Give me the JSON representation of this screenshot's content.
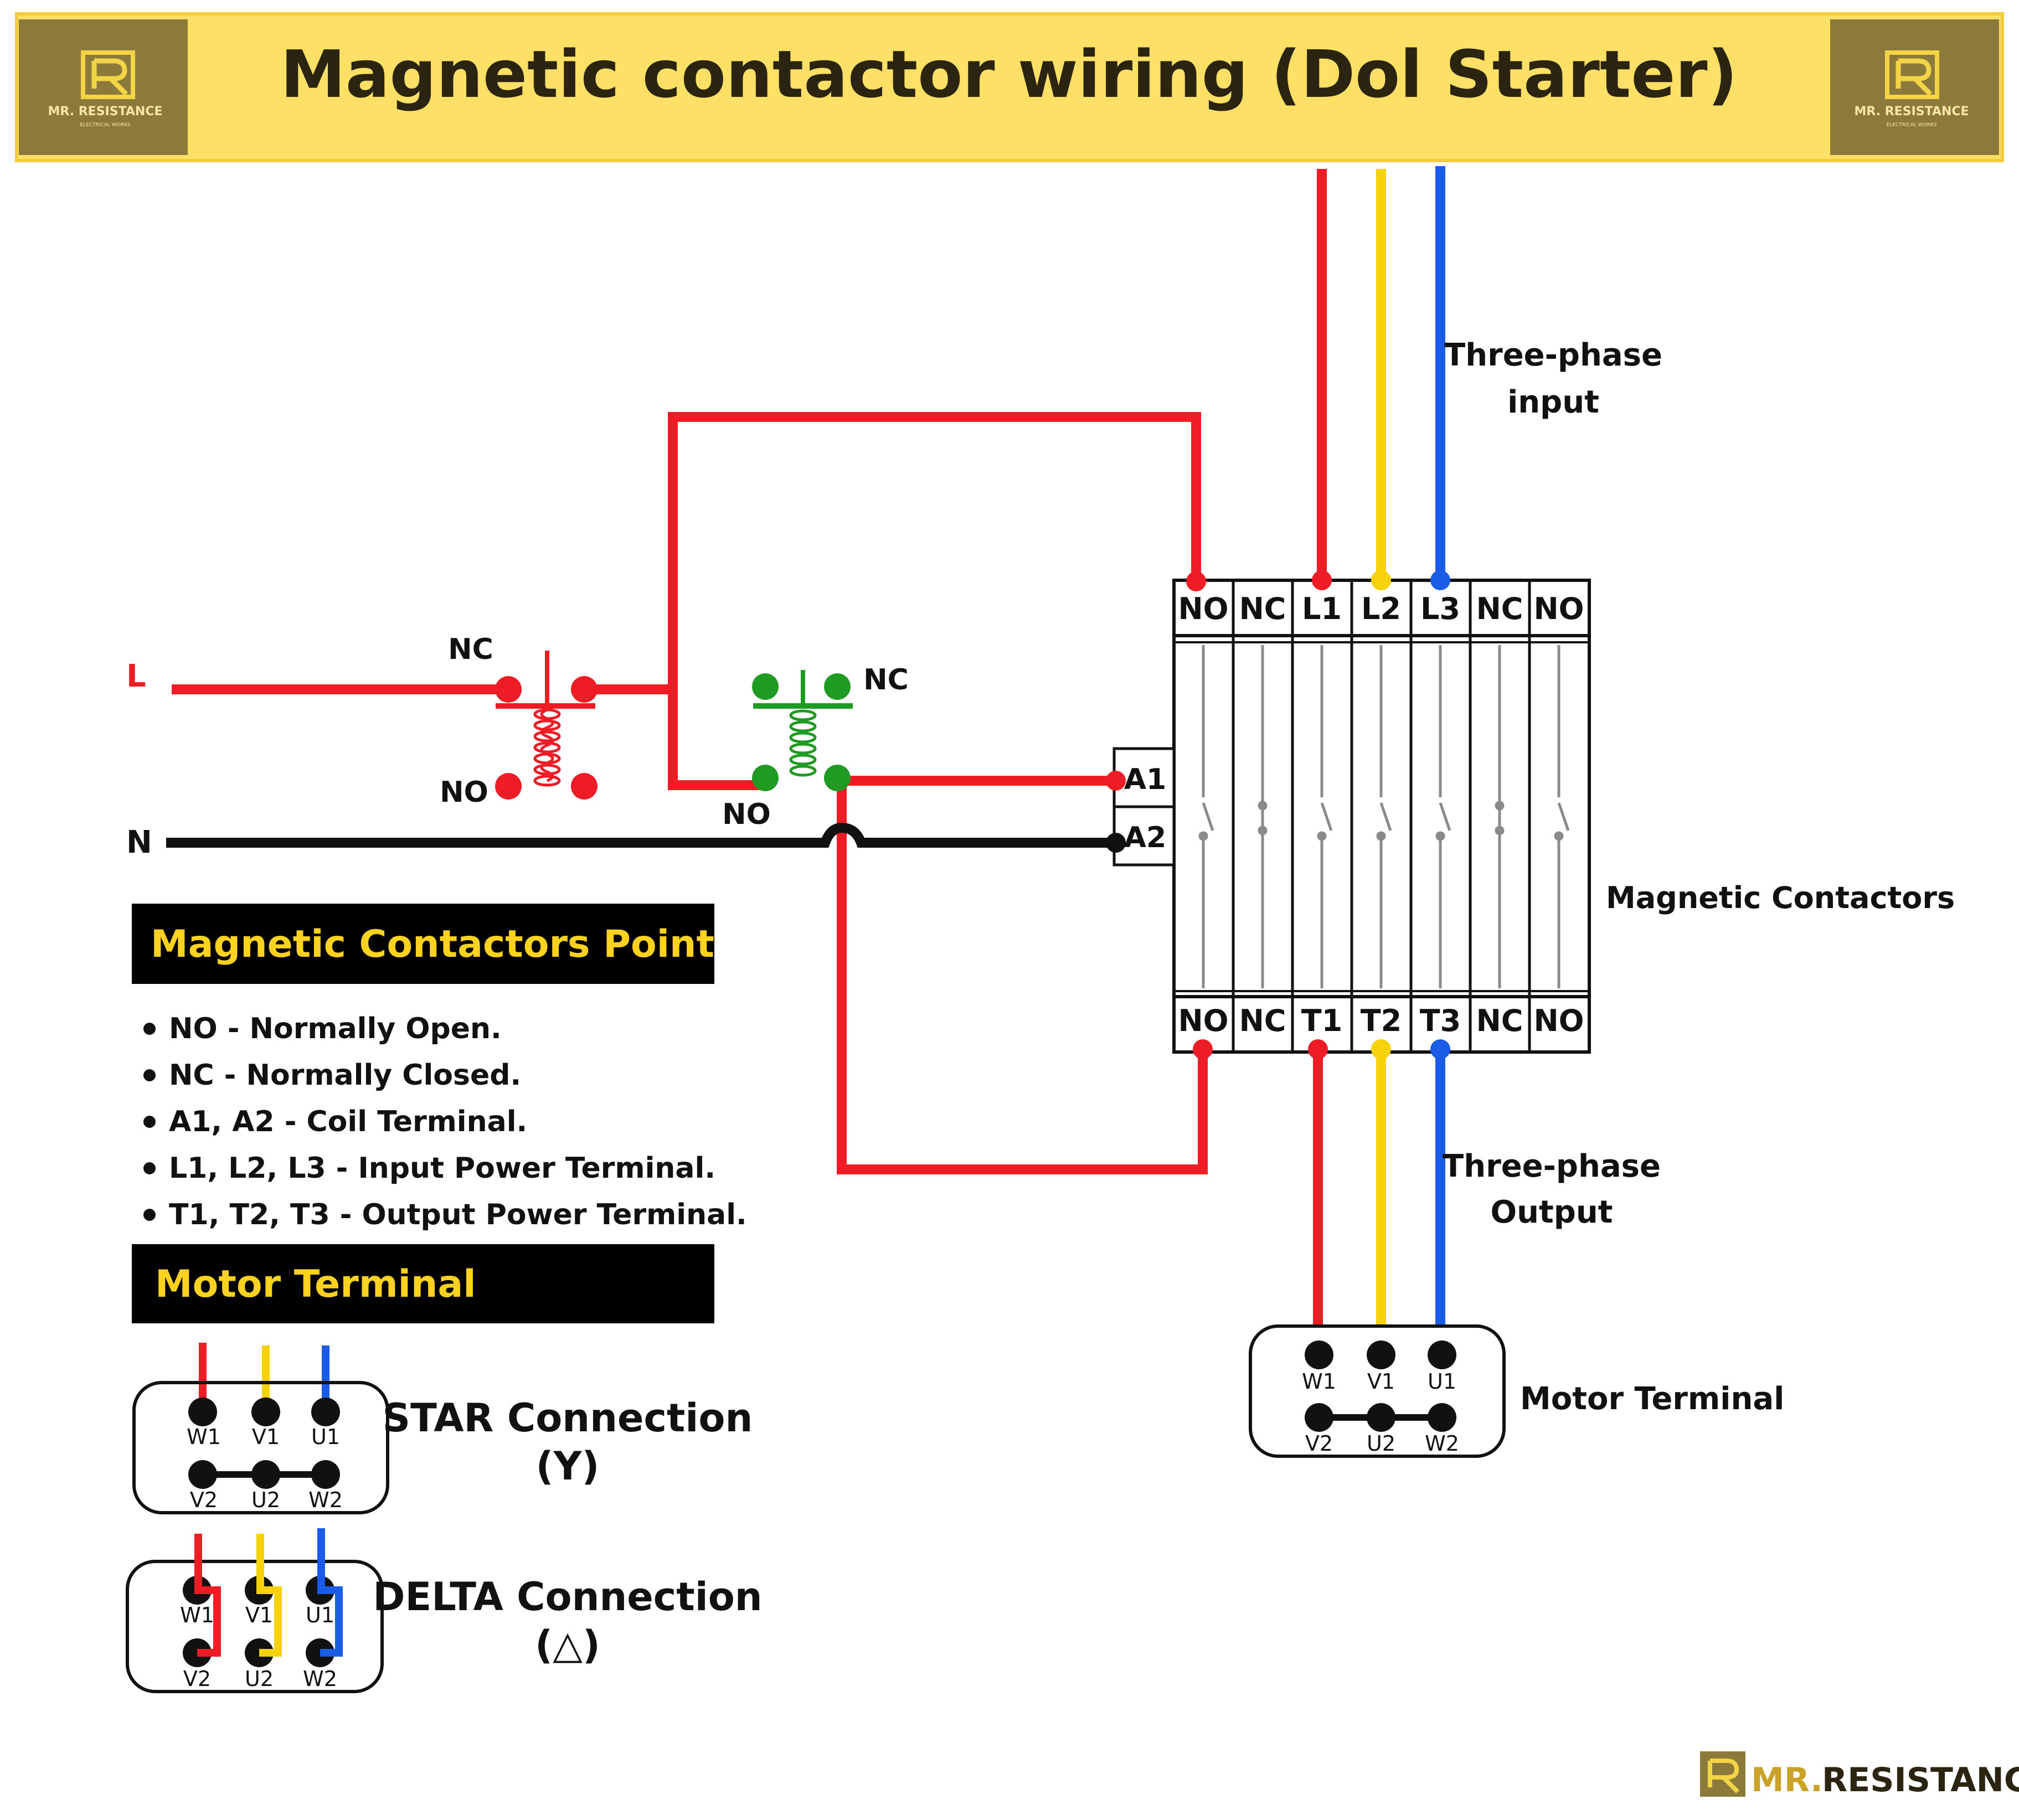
{
  "header": {
    "title": "Magnetic contactor wiring (Dol Starter)",
    "logo_text": "MR. RESISTANCE",
    "logo_sub": "ELECTRICAL WORKS",
    "band_color": "#ffe066",
    "logo_bg": "#8c7a3a"
  },
  "wires": {
    "line_label": "L",
    "neutral_label": "N",
    "phase_colors": {
      "l1": "#ee1c25",
      "l2": "#f6d20a",
      "l3": "#1a5ce6",
      "neutral": "#111111"
    }
  },
  "stop_button": {
    "nc_label": "NC",
    "no_label": "NO",
    "color": "#ee1c25"
  },
  "start_button": {
    "nc_label": "NC",
    "no_label": "NO",
    "color": "#1f9a23"
  },
  "contactor": {
    "top_terminals": [
      "NO",
      "NC",
      "L1",
      "L2",
      "L3",
      "NC",
      "NO"
    ],
    "bottom_terminals": [
      "NO",
      "NC",
      "T1",
      "T2",
      "T3",
      "NC",
      "NO"
    ],
    "coil_terminals": [
      "A1",
      "A2"
    ],
    "label": "Magnetic Contactors"
  },
  "labels": {
    "input_line1": "Three-phase",
    "input_line2": "input",
    "output_line1": "Three-phase",
    "output_line2": "Output",
    "motor_terminal": "Motor Terminal"
  },
  "motor_box": {
    "top": [
      "W1",
      "V1",
      "U1"
    ],
    "bottom": [
      "V2",
      "U2",
      "W2"
    ]
  },
  "legend": {
    "title": "Magnetic Contactors Point",
    "items": [
      "NO - Normally Open.",
      "NC - Normally Closed.",
      "A1, A2 - Coil Terminal.",
      "L1, L2, L3 - Input Power Terminal.",
      "T1, T2, T3 - Output Power Terminal."
    ]
  },
  "motor_section": {
    "title": "Motor Terminal",
    "star_line1": "STAR Connection",
    "star_line2": "(Y)",
    "delta_line1": "DELTA Connection",
    "delta_line2": "(△)",
    "top": [
      "W1",
      "V1",
      "U1"
    ],
    "bottom": [
      "V2",
      "U2",
      "W2"
    ]
  },
  "footer": {
    "brand_a": "MR.",
    "brand_b": "RESISTANCE"
  }
}
